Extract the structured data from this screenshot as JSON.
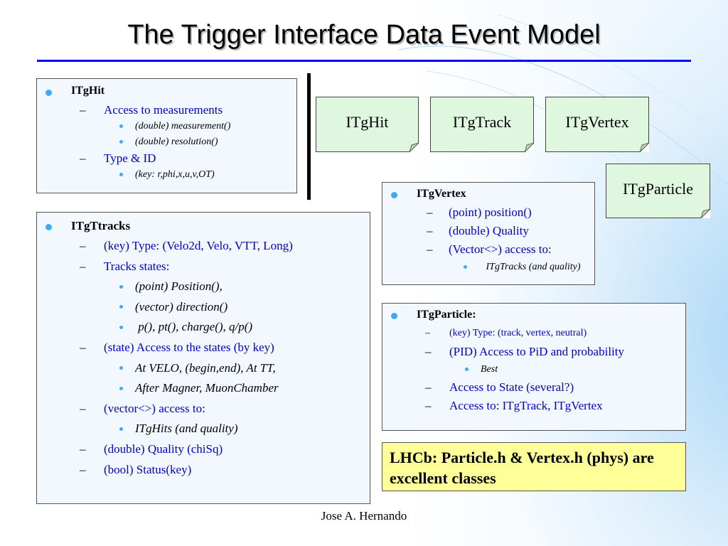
{
  "title": "The Trigger Interface Data Event Model",
  "colors": {
    "rule": "#0000ff",
    "bullet": "#3fa9f5",
    "sub_text": "#0000cc",
    "card_fill": "#dff7df",
    "note_fill": "#ffff99",
    "box_fill": "#f2f8fe"
  },
  "box_itghit": {
    "heading": "ITgHit",
    "s1": "Access to measurements",
    "s1_i1": "(double) measurement()",
    "s1_i2": "(double) resolution()",
    "s2": "Type & ID",
    "s2_i1": "(key: r,phi,x,u,v,OT)"
  },
  "box_itgtracks": {
    "heading": "ITgTtracks",
    "s1": "(key) Type: (Velo2d, Velo, VTT, Long)",
    "s2": "Tracks states:",
    "s2_i1": "(point) Position(),",
    "s2_i2": "(vector) direction()",
    "s2_i3": " p(), pt(), charge(), q/p()",
    "s3": "(state) Access to the states (by key)",
    "s3_i1": "At VELO, (begin,end), At TT,",
    "s3_i2": "After Magner, MuonChamber",
    "s4": "(vector<>) access to:",
    "s4_i1": "ITgHits (and quality)",
    "s5": "(double) Quality (chiSq)",
    "s6": "(bool) Status(key)"
  },
  "box_itgvertex": {
    "heading": "ITgVertex",
    "s1": "(point) position()",
    "s2": "(double) Quality",
    "s3": "(Vector<>) access to:",
    "s3_i1": " ITgTracks (and quality)"
  },
  "box_itgparticle": {
    "heading": "ITgParticle:",
    "s1": "(key) Type: (track, vertex, neutral)",
    "s2": "(PID) Access to PiD and probability",
    "s2_i1": "Best",
    "s3": "Access to State (several?)",
    "s4": "Access to: ITgTrack, ITgVertex"
  },
  "note": "LHCb: Particle.h & Vertex.h (phys) are excellent classes",
  "cards": [
    "ITgHit",
    "ITgTrack",
    "ITgVertex",
    "ITgParticle"
  ],
  "footer": "Jose A. Hernando"
}
